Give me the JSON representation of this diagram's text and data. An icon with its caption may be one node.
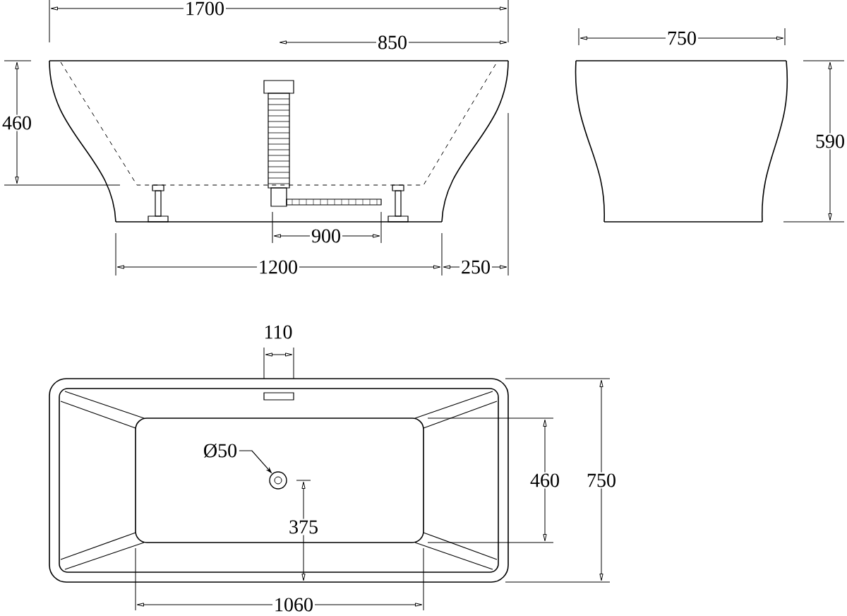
{
  "diagram": {
    "nodes": [
      {
        "text": [
          "Ø50"
        ]
      },
      {
        "text": [],
        "shape": "circle"
      }
    ],
    "edges": [
      {
        "from": 0,
        "to": 1,
        "arrow": "to"
      }
    ],
    "labels": [
      "1700",
      "850",
      "750",
      "460",
      "590",
      "900",
      "1200",
      "250",
      "110",
      "460",
      "750",
      "375",
      "1060"
    ]
  }
}
